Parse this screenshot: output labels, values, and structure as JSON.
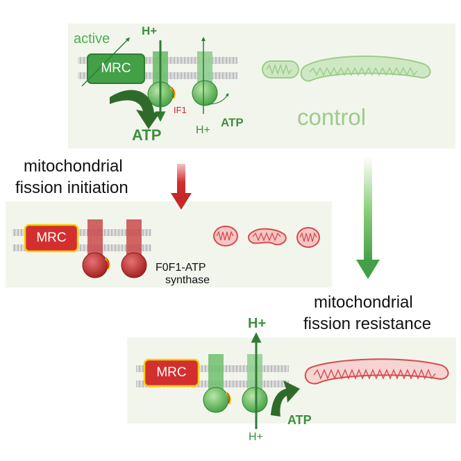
{
  "panel_top": {
    "active_label": "active",
    "mrc_label": "MRC",
    "h_plus_top": "H+",
    "if1_label": "IF1",
    "atp_left": "ATP",
    "h_plus_bottom": "H+",
    "atp_right": "ATP",
    "control_label": "control"
  },
  "arrow_left": {
    "label_line1": "mitochondrial",
    "label_line2": "fission initiation"
  },
  "panel_middle": {
    "mrc_label": "MRC",
    "f0f1_line1": "F0F1-ATP",
    "f0f1_line2": "synthase"
  },
  "arrow_right": {
    "label_line1": "mitochondrial",
    "label_line2": "fission resistance"
  },
  "panel_bottom": {
    "mrc_label": "MRC",
    "h_plus_top": "H+",
    "h_plus_bottom": "H+",
    "atp_label": "ATP"
  },
  "colors": {
    "green_dark": "#2e7d32",
    "green_mid": "#4caf50",
    "green_light": "#9ccc8a",
    "red_dark": "#b71c1c",
    "red_mid": "#d32f2f",
    "red_light": "#e8a0a0",
    "mrc_border_yellow": "#f5d000",
    "panel_bg": "#f2f5ec"
  }
}
